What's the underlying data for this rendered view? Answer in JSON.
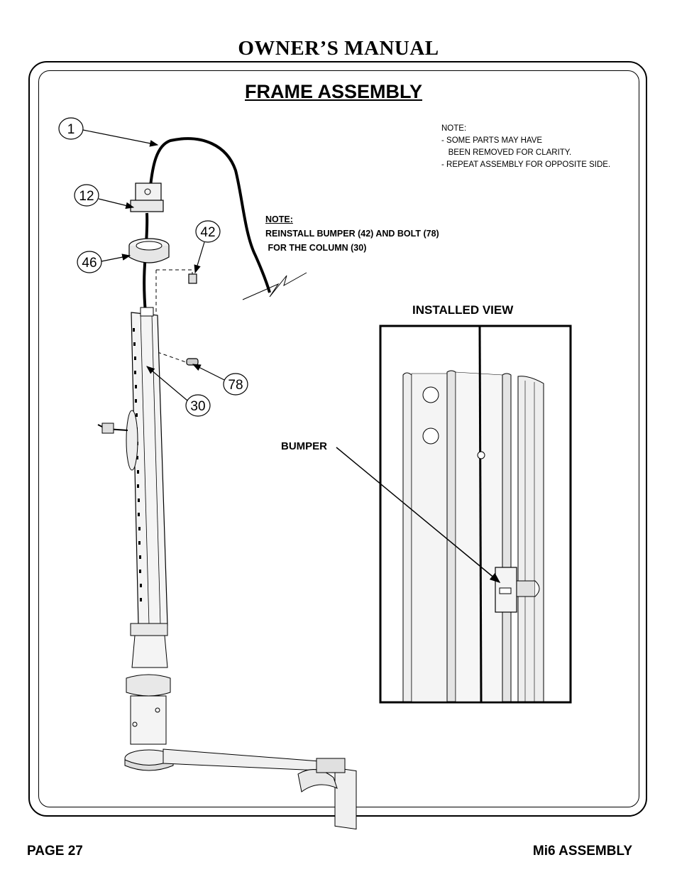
{
  "header": {
    "title": "OWNER’S MANUAL"
  },
  "section": {
    "title": "FRAME ASSEMBLY"
  },
  "notes": {
    "general": "NOTE:\n- SOME PARTS MAY HAVE\n   BEEN REMOVED FOR CLARITY.\n- REPEAT ASSEMBLY FOR OPPOSITE SIDE.",
    "bumper_heading": "NOTE:",
    "bumper_text": "REINSTALL BUMPER (42) AND BOLT (78)\n FOR THE COLUMN (30)"
  },
  "callouts": [
    "1",
    "12",
    "42",
    "46",
    "78",
    "30"
  ],
  "installed_view": {
    "label": "INSTALLED VIEW",
    "bumper_label": "BUMPER"
  },
  "footer": {
    "page": "PAGE 27",
    "model": "Mi6 ASSEMBLY"
  },
  "icons": [
    "exploded-assembly-drawing",
    "installed-view-detail"
  ]
}
